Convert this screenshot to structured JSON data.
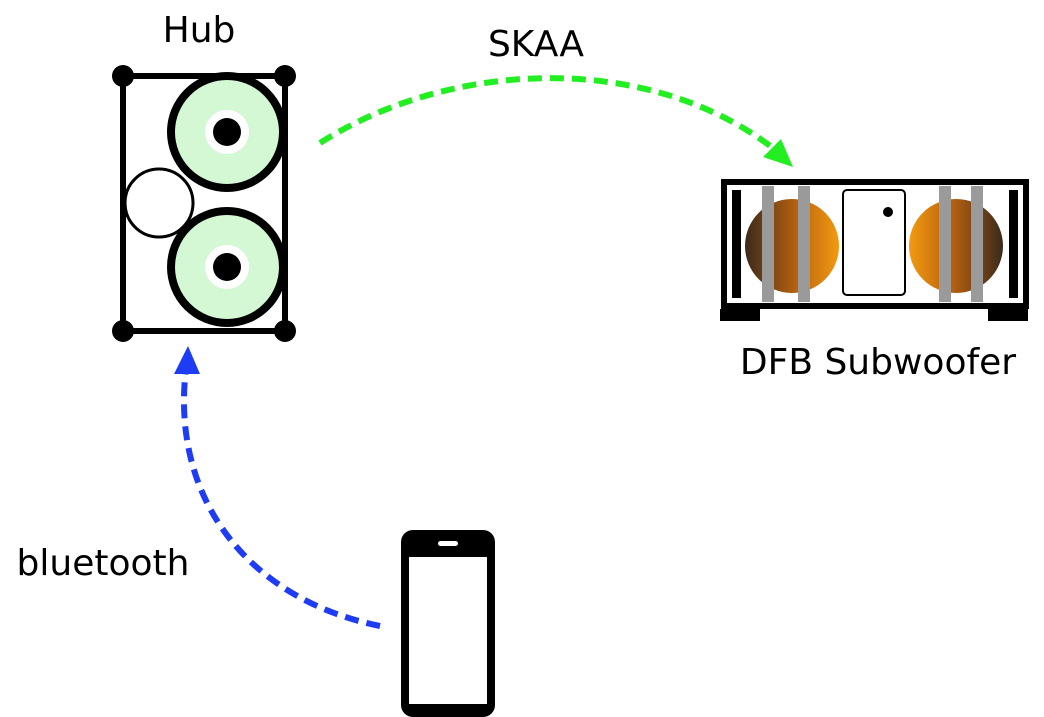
{
  "labels": {
    "hub": "Hub",
    "skaa": "SKAA",
    "subwoofer": "DFB Subwoofer",
    "bluetooth": "bluetooth"
  },
  "colors": {
    "skaa_link": "#22ee22",
    "bluetooth_link": "#1f3cf5",
    "speaker_cone": "#d4f7d4",
    "woofer_dark": "#3a2a1c",
    "woofer_light": "#f39a10",
    "grille_bar": "#9a9a9a",
    "outline": "#000000"
  },
  "icons": {
    "hub": "speaker-hub-icon",
    "subwoofer": "subwoofer-icon",
    "phone": "smartphone-icon"
  }
}
